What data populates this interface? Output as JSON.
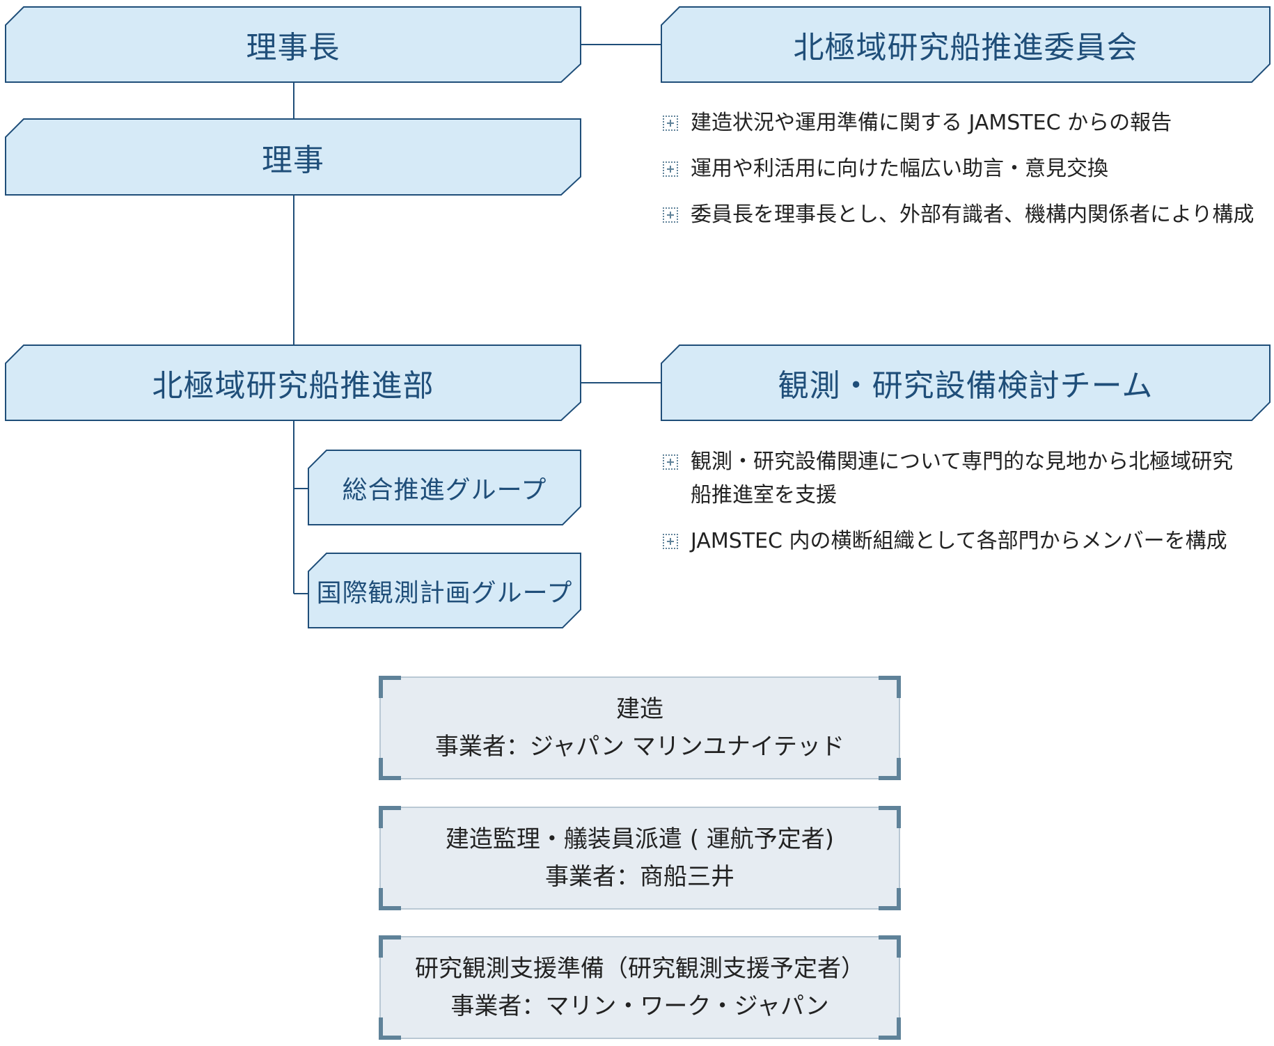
{
  "colors": {
    "box_fill": "#d6eaf7",
    "box_stroke": "#1f4e79",
    "box_text": "#1f4e79",
    "connector": "#1f4e79",
    "contractor_fill": "#e6ecf2",
    "contractor_corner": "#5f8299",
    "bullet_icon": "#5f8299"
  },
  "org": {
    "chairman": "理事長",
    "director": "理事",
    "committee": "北極域研究船推進委員会",
    "department": "北極域研究船推進部",
    "team": "観測・研究設備検討チーム",
    "group_general": "総合推進グループ",
    "group_intl": "国際観測計画グループ"
  },
  "committee_notes": [
    "建造状況や運用準備に関する JAMSTEC からの報告",
    "運用や利活用に向けた幅広い助言・意見交換",
    "委員長を理事長とし、外部有識者、機構内関係者により構成"
  ],
  "team_notes": [
    "観測・研究設備関連について専門的な見地から北極域研究船推進室を支援",
    "JAMSTEC 内の横断組織として各部門からメンバーを構成"
  ],
  "contractors": [
    {
      "line1": "建造",
      "line2": "事業者：ジャパン マリンユナイテッド"
    },
    {
      "line1": "建造監理・艤装員派遣 ( 運航予定者)",
      "line2": "事業者：商船三井"
    },
    {
      "line1": "研究観測支援準備（研究観測支援予定者）",
      "line2": "事業者：マリン・ワーク・ジャパン"
    }
  ]
}
